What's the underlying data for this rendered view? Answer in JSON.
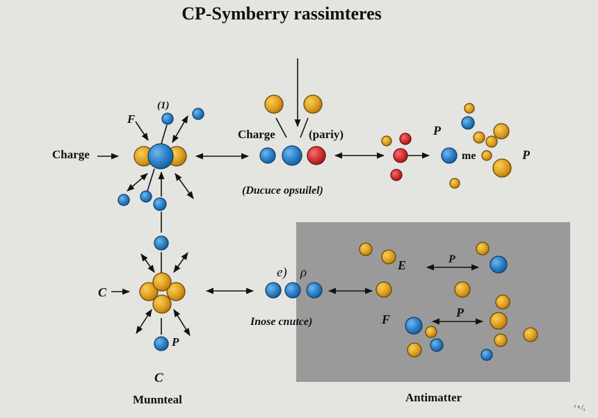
{
  "title": "CP-Symberry rassimteres",
  "colors": {
    "background": "#e4e4e0",
    "panel": "#9a9a9a",
    "blue": "#2b7fc6",
    "gold": "#e0a020",
    "red": "#d03030",
    "arrow": "#111111"
  },
  "labels": {
    "charge_left": "Charge",
    "one": "(1)",
    "f_top": "F",
    "charge_mid": "Charge",
    "pariy": "(pariy)",
    "ducuce": "(Ducuce opsuilel)",
    "p_top1": "P",
    "me": "me",
    "p_top2": "P",
    "c_left": "C",
    "p_bottom": "P",
    "c_bottom": "C",
    "munnteal": "Munnteal",
    "e_mid": "e)",
    "rho": "ρ",
    "inose": "Inose cnutce)",
    "e_panel": "E",
    "p_panel1": "P",
    "f_panel": "F",
    "p_panel2": "P",
    "antimatter": "Antimatter",
    "corner_mark": "ᶠ ⁿ ⁄₃"
  }
}
